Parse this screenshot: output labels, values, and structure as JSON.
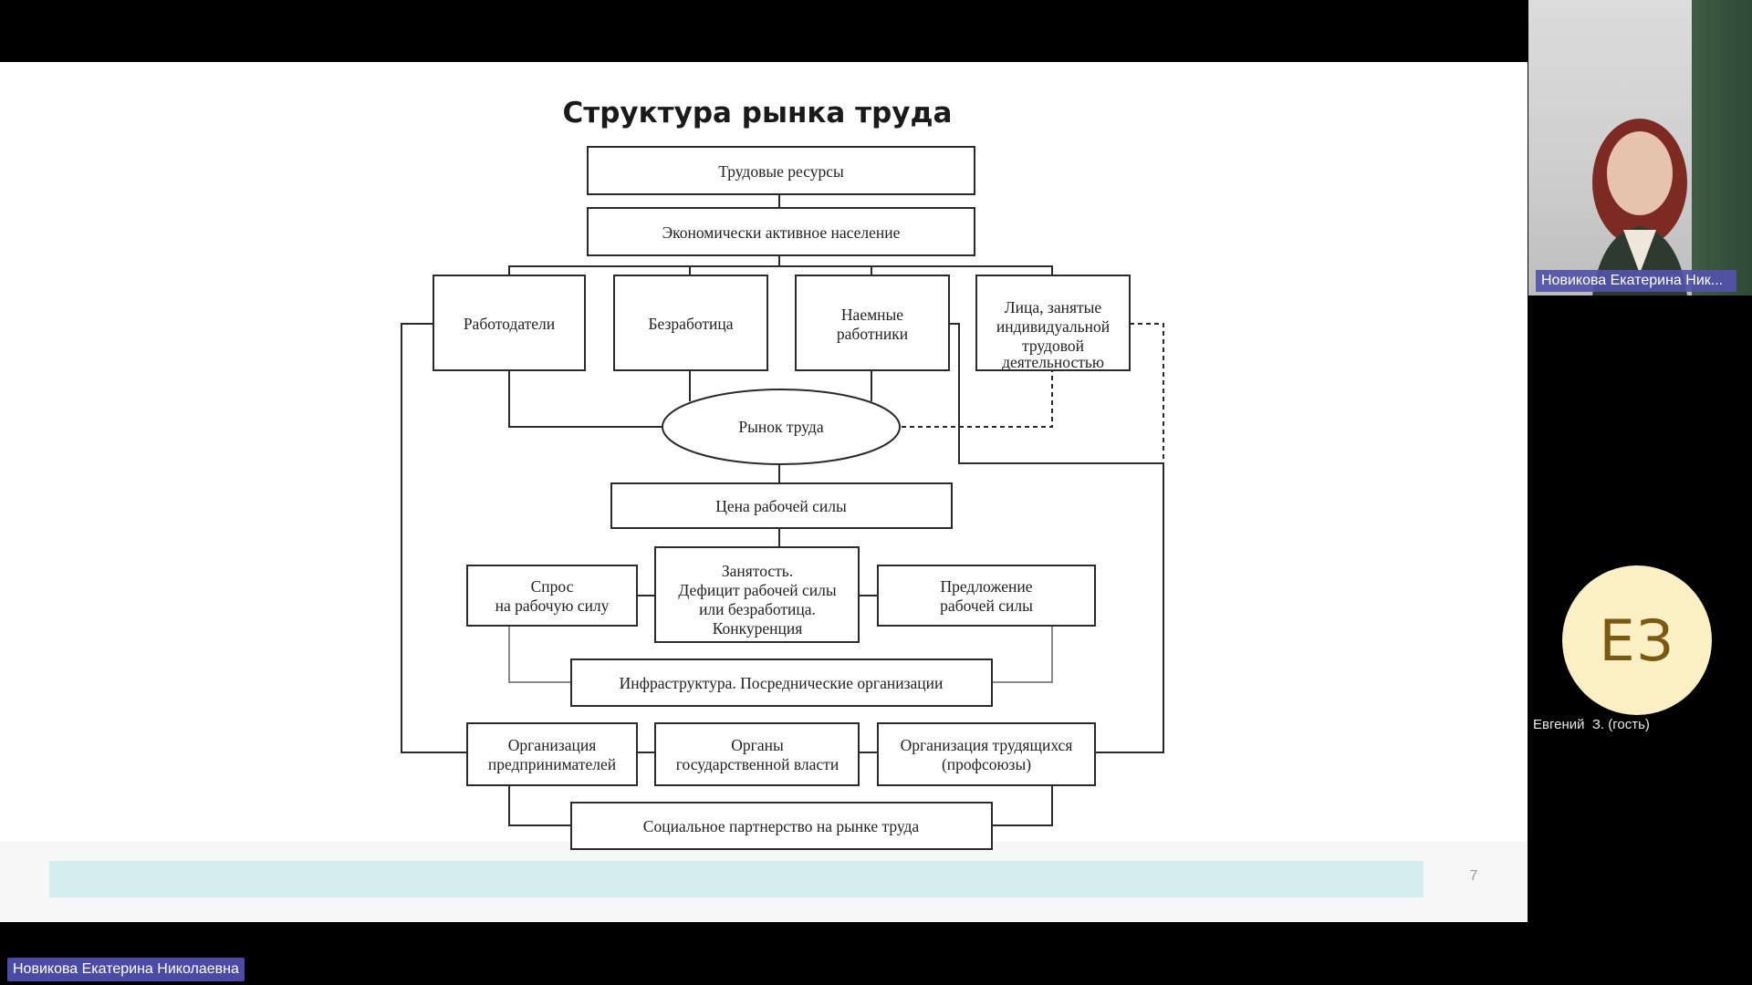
{
  "slide": {
    "title": "Структура рынка труда",
    "page_number": "7"
  },
  "diagram": {
    "labor_resources": "Трудовые ресурсы",
    "active_population": "Экономически активное население",
    "employers": "Работодатели",
    "unemployment": "Безработица",
    "hired_workers": [
      "Наемные",
      "работники"
    ],
    "self_employed": [
      "Лица, занятые",
      "индивидуальной",
      "трудовой",
      "деятельностью"
    ],
    "labor_market": "Рынок труда",
    "labor_price": "Цена рабочей силы",
    "labor_demand": [
      "Спрос",
      "на рабочую силу"
    ],
    "employment": [
      "Занятость.",
      "Дефицит рабочей силы",
      "или безработица.",
      "Конкуренция"
    ],
    "labor_supply": [
      "Предложение",
      "рабочей силы"
    ],
    "infrastructure": "Инфраструктура. Посреднические организации",
    "entrepreneur_org": [
      "Организация",
      "предпринимателей"
    ],
    "government": [
      "Органы",
      "государственной власти"
    ],
    "workers_org": [
      "Организация трудящихся",
      "(профсоюзы)"
    ],
    "social_partnership": "Социальное партнерство на рынке труда"
  },
  "participants": {
    "video_name": "Новикова Екатерина Ник...",
    "guest_initials": "ЕЗ",
    "guest_name": "Евгений  З. (гость)",
    "presenter_label": "Новикова Екатерина Николаевна"
  },
  "colors": {
    "slide_bg": "#ffffff",
    "footer_bar": "#d5eff1",
    "name_tag_bg": "#5353aa",
    "avatar_bg": "#fbefc4",
    "avatar_text": "#7a5a12"
  }
}
